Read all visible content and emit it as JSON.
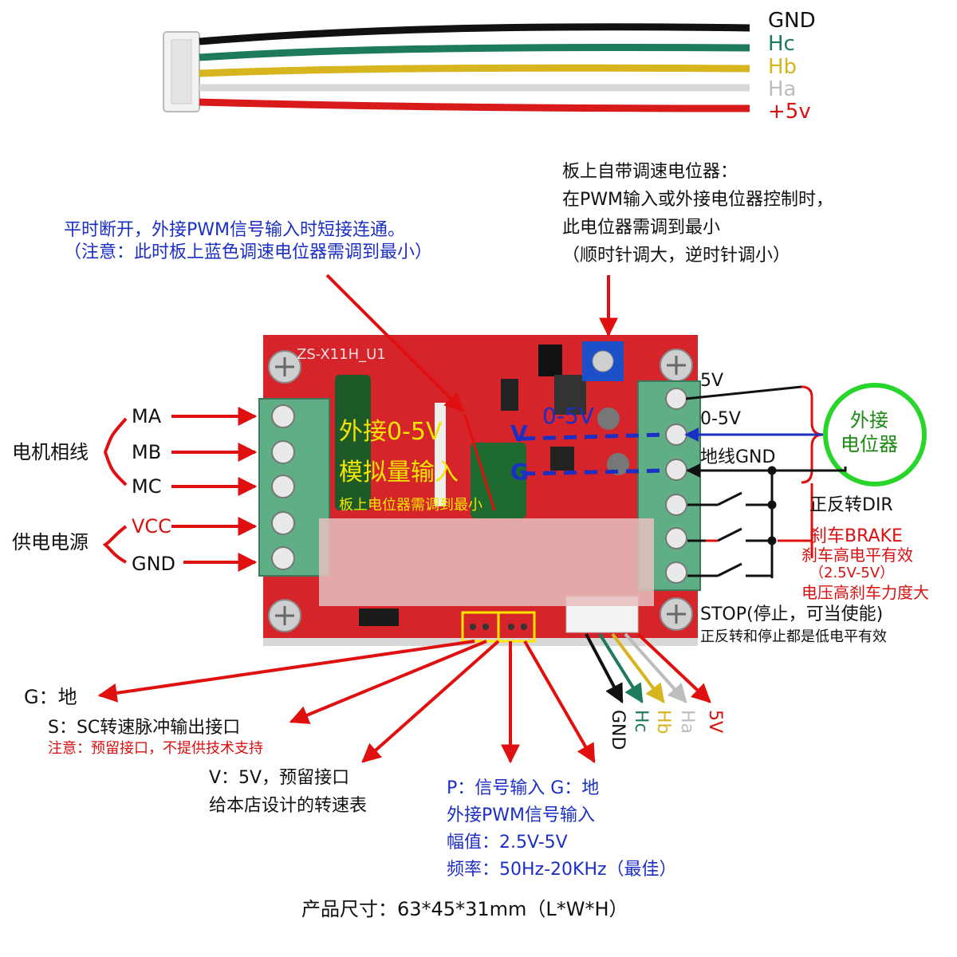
{
  "cable_labels": {
    "gnd": "GND",
    "hc": "Hc",
    "hb": "Hb",
    "ha": "Ha",
    "v5": "+5v"
  },
  "colors": {
    "gnd": "#111111",
    "hc": "#1d7a5c",
    "hb": "#d6b51e",
    "ha": "#bdbdbd",
    "v5": "#d81a1a",
    "arrow": "#e01010",
    "pcb": "#d5242a",
    "terminal": "#5fae86",
    "potentiometer_ring": "#27d52b"
  },
  "board_title": "ZS-X11H_U1",
  "pwm_jumper_note": {
    "line1": "平时断开，外接PWM信号输入时短接连通。",
    "line2": "（注意：此时板上蓝色调速电位器需调到最小）"
  },
  "onboard_pot_note": {
    "line1": "板上自带调速电位器：",
    "line2": "在PWM输入或外接电位器控制时，",
    "line3": "此电位器需调到最小",
    "line4": "（顺时针调大，逆时针调小）"
  },
  "left_terminals": {
    "ma": "MA",
    "mb": "MB",
    "mc": "MC",
    "vcc": "VCC",
    "gnd": "GND",
    "motor_phase": "电机相线",
    "power_supply": "供电电源"
  },
  "board_overlay": {
    "line1": "外接0-5V",
    "line2": "模拟量输入",
    "line3": "板上电位器需调到最小",
    "v": "V",
    "g": "G",
    "range": "0-5V"
  },
  "right_terminals": {
    "v5": "5V",
    "range": "0-5V",
    "ground": "地线GND",
    "dir": "正反转DIR",
    "brake": "刹车BRAKE",
    "brake_note1": "刹车高电平有效",
    "brake_note2": "（2.5V-5V）",
    "brake_note3": "电压高刹车力度大",
    "stop": "STOP(停止，可当使能)",
    "stop_note": "正反转和停止都是低电平有效"
  },
  "external_pot": {
    "line1": "外接",
    "line2": "电位器"
  },
  "bottom_pins": {
    "g": "G：地",
    "s": "S：SC转速脉冲输出接口",
    "s_note": "注意：预留接口，不提供技术支持",
    "v1": "V：5V，预留接口",
    "v2": "给本店设计的转速表",
    "p1": "P：信号输入   G：地",
    "p2": "外接PWM信号输入",
    "p3": "幅值：2.5V-5V",
    "p4": "频率：50Hz-20KHz（最佳）"
  },
  "hall_labels": {
    "gnd": "GND",
    "hc": "Hc",
    "hb": "Hb",
    "ha": "Ha",
    "v5": "5V"
  },
  "size_note": "产品尺寸：63*45*31mm（L*W*H）"
}
